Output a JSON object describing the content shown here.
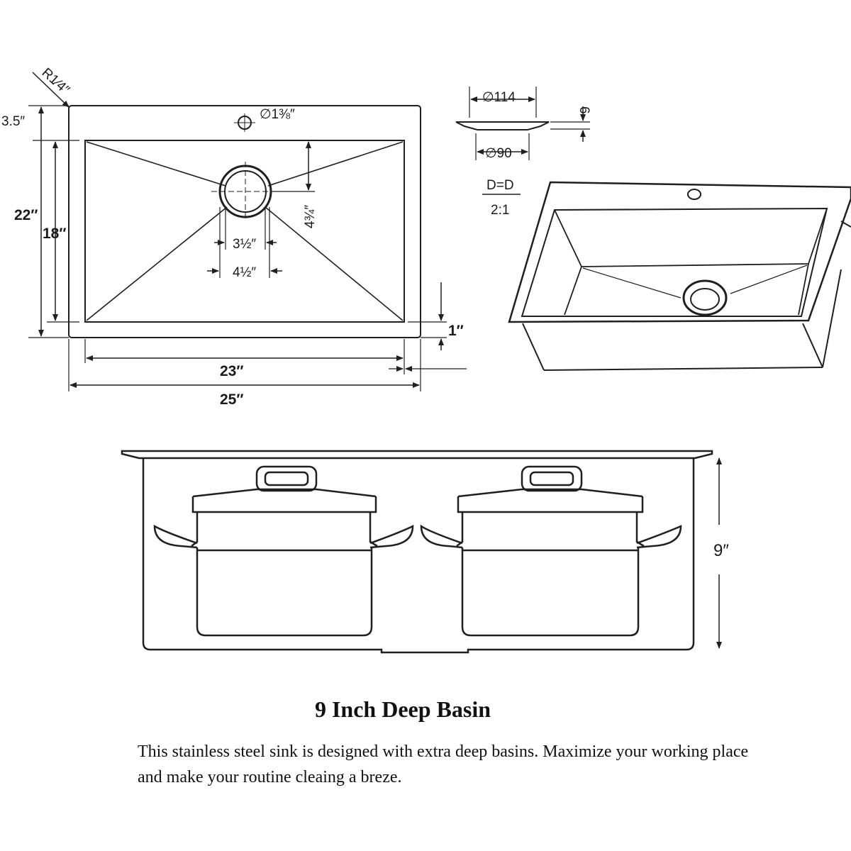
{
  "top_view": {
    "corner_radius": "R1⁄4″",
    "rim_width": "3.5″",
    "overall_depth": "22″",
    "bowl_depth": "18″",
    "faucet_hole": "∅1⅜″",
    "drain_offset": "4¾″",
    "drain_inner": "3½″",
    "drain_outer": "4½″",
    "front_rim": "1″",
    "bowl_width": "23″",
    "overall_width": "25″"
  },
  "strainer": {
    "top_diameter": "∅114",
    "bottom_diameter": "∅90",
    "height": "6"
  },
  "scale": {
    "label": "D=D",
    "ratio": "2:1"
  },
  "side_view": {
    "depth": "9″"
  },
  "caption": {
    "title": "9 Inch Deep Basin",
    "body": "This stainless steel sink is designed with extra deep basins. Maximize your working place and make your routine cleaing a breze."
  },
  "colors": {
    "line": "#1f1f1f",
    "background": "#ffffff"
  }
}
